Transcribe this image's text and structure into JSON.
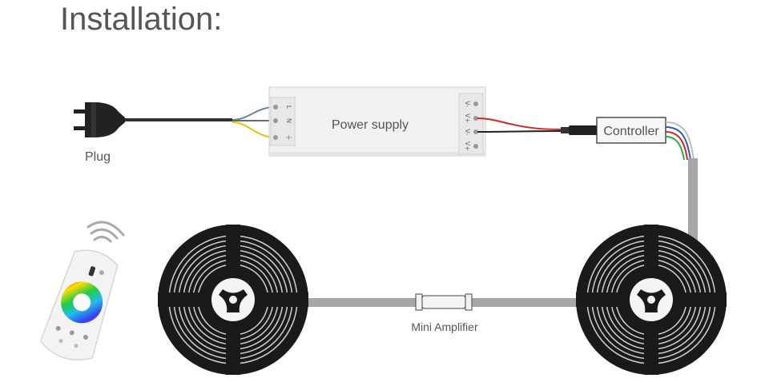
{
  "title": "Installation:",
  "labels": {
    "plug": "Plug",
    "power_supply": "Power supply",
    "controller": "Controller",
    "mini_amplifier": "Mini Amplifier"
  },
  "terminals": {
    "input": [
      "L",
      "N",
      "⏚"
    ],
    "output": [
      "V-",
      "V+",
      "V-",
      "V+"
    ]
  },
  "colors": {
    "title": "#555555",
    "cable": "#3a3a3a",
    "strip": "#a6a6a6",
    "reel": "#1c1c1c",
    "wire_red": "#d9241f",
    "wire_blue": "#2255cc",
    "wire_green": "#2aa84a",
    "wire_yellow": "#e6c200"
  }
}
